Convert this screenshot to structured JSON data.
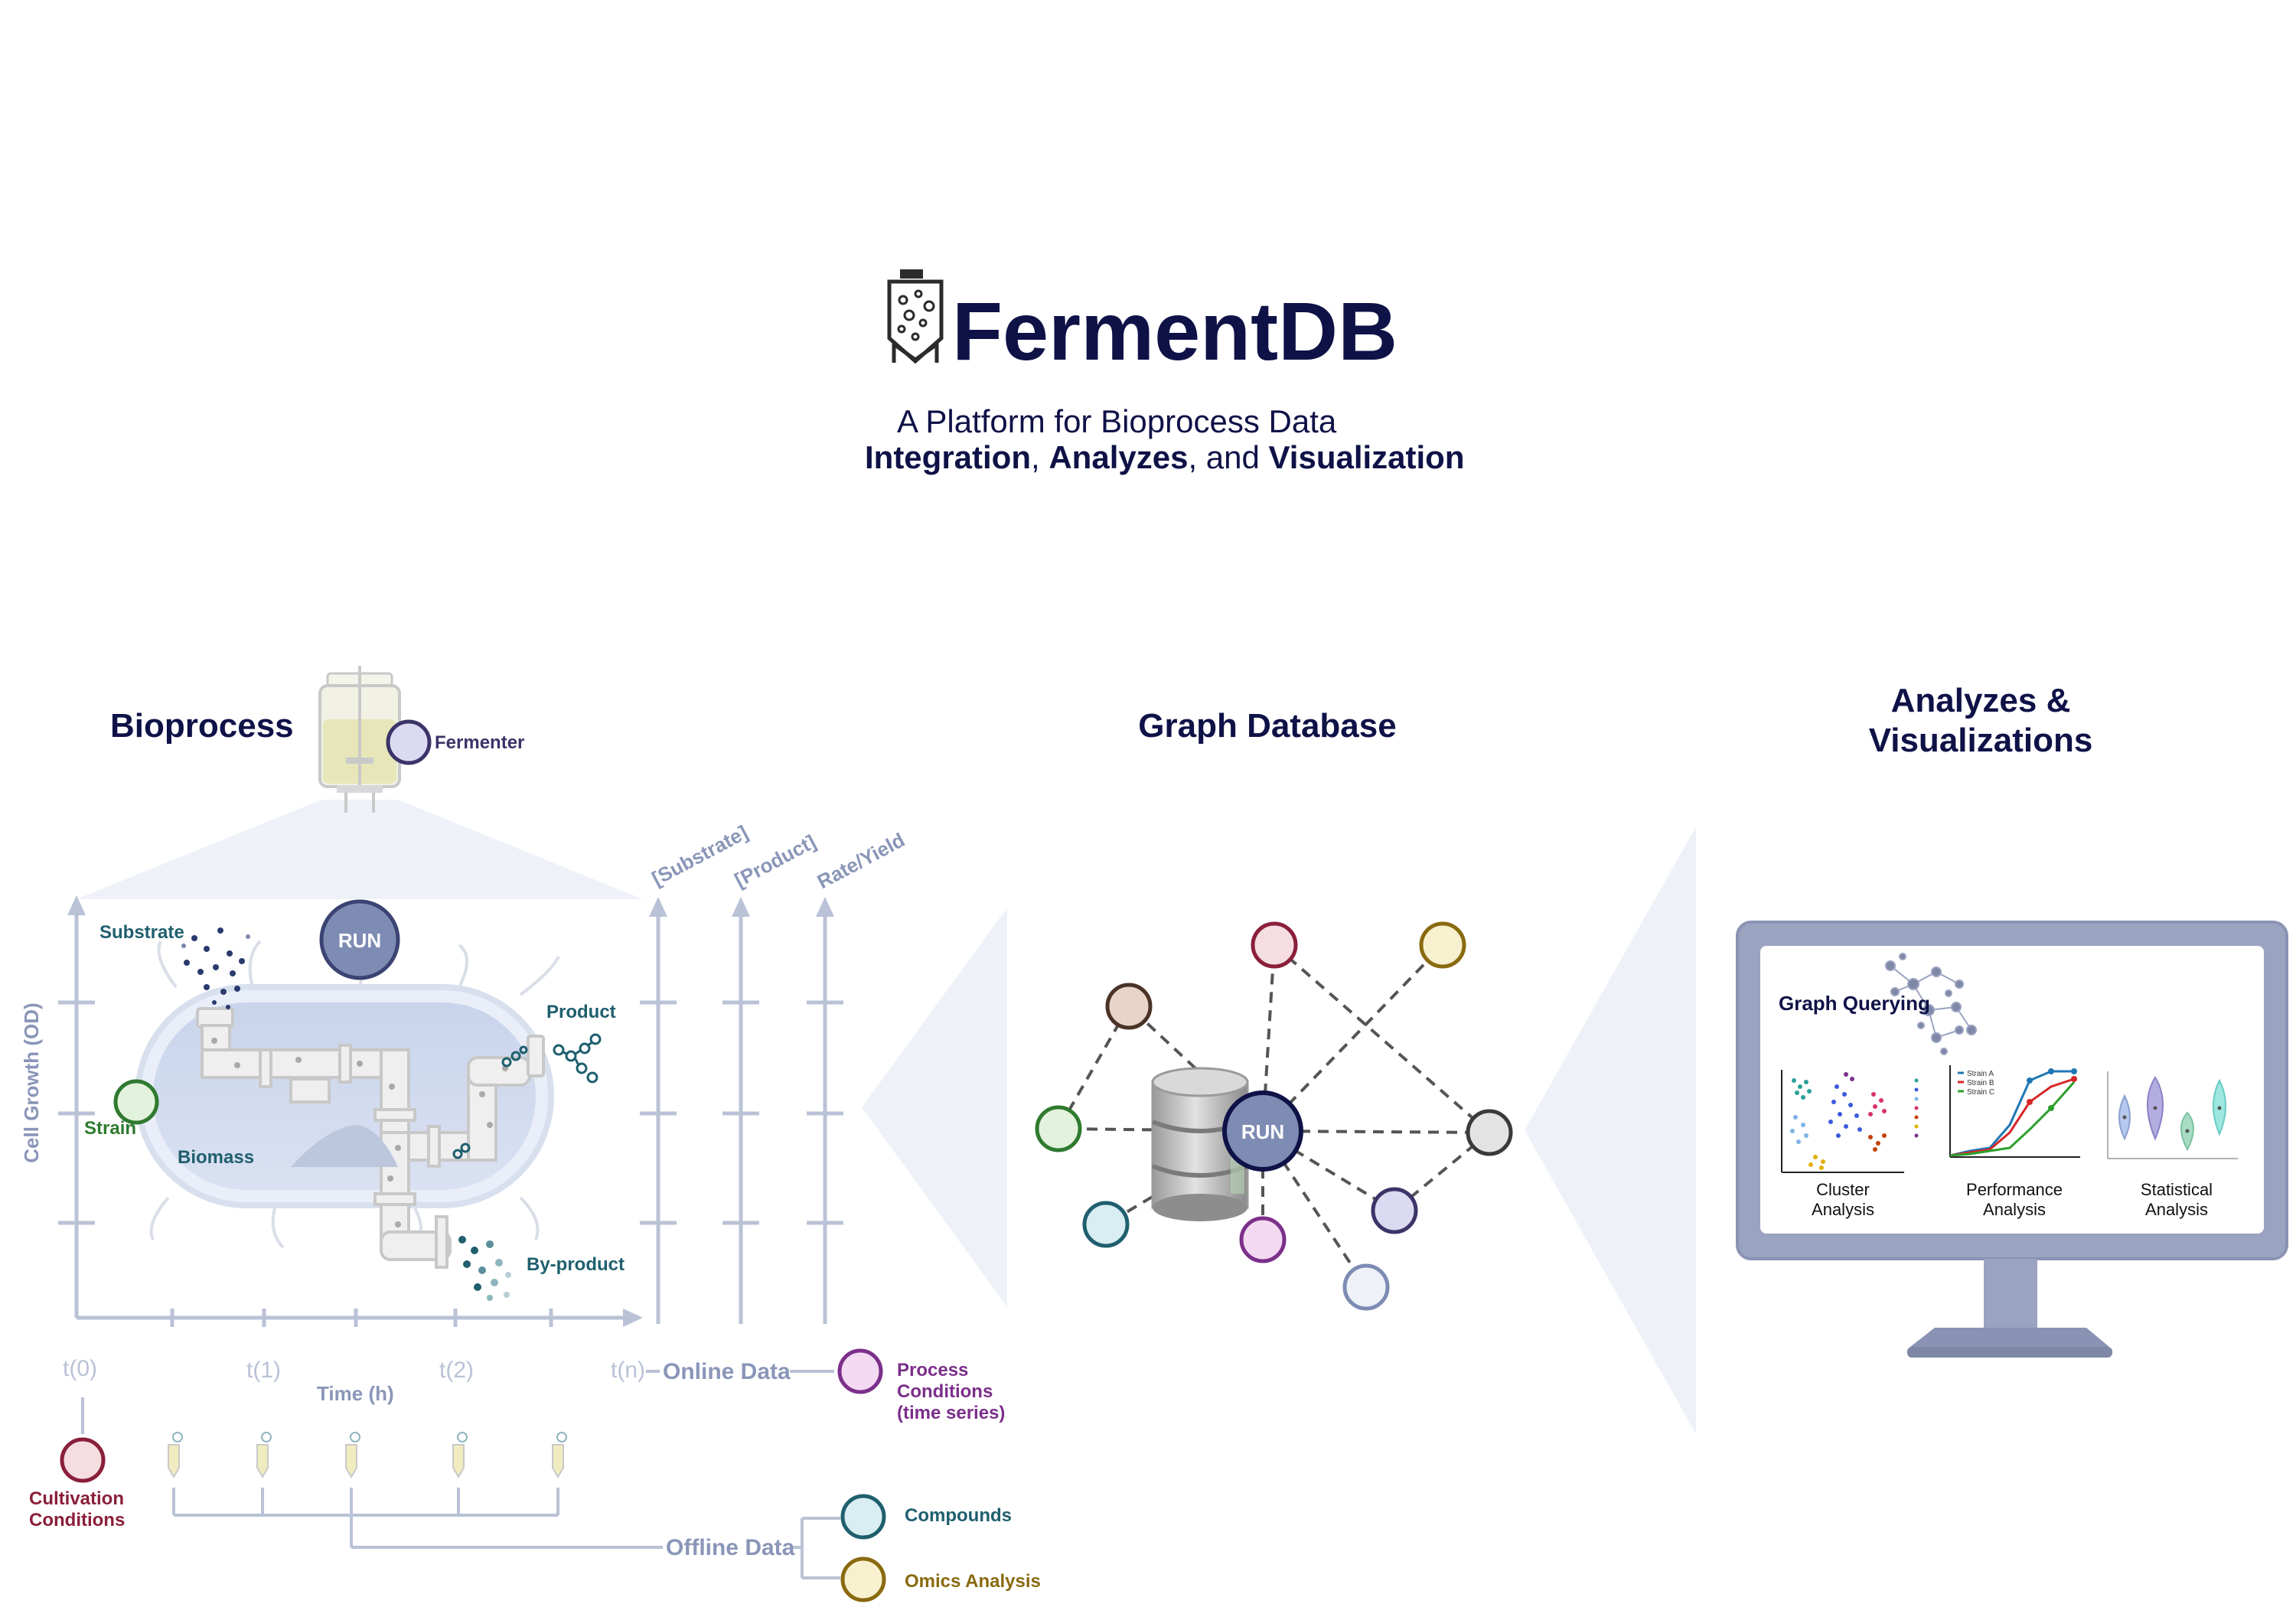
{
  "header": {
    "title": "FermentDB",
    "subtitle_line1": "A Platform for Bioprocess Data",
    "subtitle_line2": {
      "part1": "Integration",
      "sep1": ", ",
      "part2": "Analyzes",
      "sep2": ", and ",
      "part3": "Visualization"
    }
  },
  "sections": {
    "bioprocess": "Bioprocess",
    "graph_database": "Graph Database",
    "analyzes_line1": "Analyzes &",
    "analyzes_line2": "Visualizations"
  },
  "bioprocess": {
    "fermenter_label": "Fermenter",
    "run_label": "RUN",
    "substrate_label": "Substrate",
    "product_label": "Product",
    "strain_label": "Strain",
    "biomass_label": "Biomass",
    "byproduct_label": "By-product",
    "y_axis_label": "Cell Growth (OD)",
    "x_axis_label": "Time (h)",
    "ticks": [
      "t(0)",
      "t(1)",
      "t(2)",
      "t(n)"
    ],
    "extra_axes": [
      "[Substrate]",
      "[Product]",
      "Rate/Yield"
    ],
    "online_data": "Online Data",
    "process_conditions": [
      "Process",
      "Conditions",
      "(time series)"
    ],
    "cultivation_conditions": [
      "Cultivation",
      "Conditions"
    ],
    "offline_data": "Offline Data",
    "compounds": "Compounds",
    "omics": "Omics Analysis"
  },
  "graph": {
    "center_label": "RUN"
  },
  "monitor": {
    "graph_querying": "Graph Querying",
    "cluster": [
      "Cluster",
      "Analysis"
    ],
    "performance": [
      "Performance",
      "Analysis"
    ],
    "statistical": [
      "Statistical",
      "Analysis"
    ],
    "legend": [
      "Strain A",
      "Strain B",
      "Strain C"
    ]
  },
  "colors": {
    "navy": "#0f1247",
    "teal": "#1f5f6e",
    "axis": "#b9c2d6",
    "axis_text": "#8a96b8",
    "run_fill": "#7e8cb4",
    "strain": "#2f7a2f",
    "cultivation": "#8a1f3a",
    "process": "#7b2f8a",
    "compounds": "#1f5f6e",
    "omics": "#8a6a10"
  }
}
